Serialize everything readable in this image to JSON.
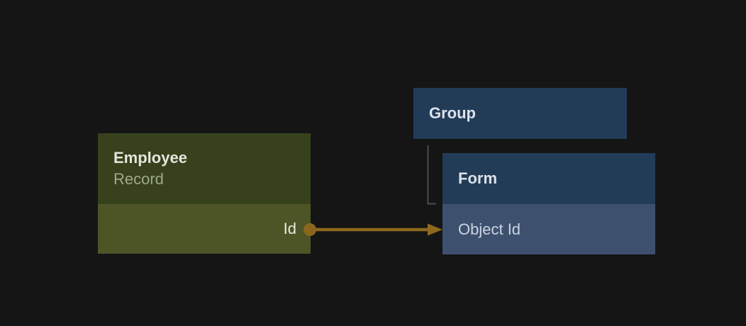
{
  "diagram": {
    "background_color": "#151515",
    "nodes": {
      "employee": {
        "title": "Employee",
        "subtitle": "Record",
        "header_color": "#37411c",
        "row_color": "#4d5527",
        "fields": [
          {
            "label": "Id",
            "port": "output"
          }
        ]
      },
      "group": {
        "title": "Group",
        "header_color": "#223c58",
        "fields": []
      },
      "form": {
        "title": "Form",
        "header_color": "#223c58",
        "row_color": "#3d516f",
        "fields": [
          {
            "label": "Object Id",
            "port": "input"
          }
        ]
      }
    },
    "edges": [
      {
        "from": "employee.Id",
        "to": "form.Object Id",
        "type": "arrow-with-port-dot",
        "color": "#8e691d"
      },
      {
        "from": "group",
        "to": "form",
        "type": "elbow-connector",
        "color": "#4c4c4c"
      }
    ]
  }
}
